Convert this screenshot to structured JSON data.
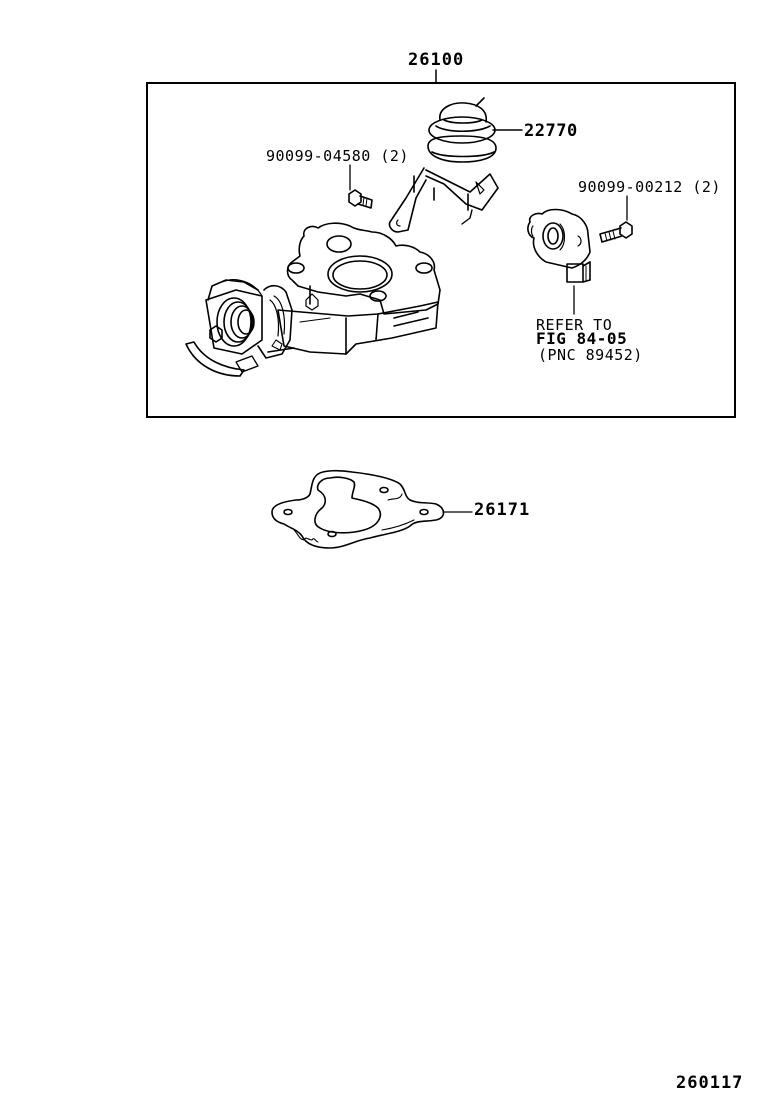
{
  "diagram": {
    "assembly": {
      "part_number": "26100"
    },
    "parts": [
      {
        "id": "egr-valve",
        "part_number": "22770"
      },
      {
        "id": "bolt-bracket",
        "part_number": "90099-04580 (2)"
      },
      {
        "id": "bolt-sensor",
        "part_number": "90099-00212 (2)"
      },
      {
        "id": "gasket",
        "part_number": "26171"
      }
    ],
    "reference_note": {
      "line1": "REFER TO",
      "line2": "FIG 84-05",
      "line3": "(PNC 89452)"
    },
    "figure_id": "260117"
  }
}
